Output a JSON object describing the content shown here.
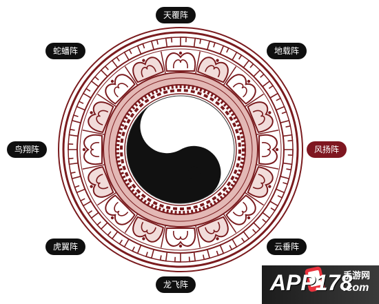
{
  "formations": {
    "top": "天覆阵",
    "top_left": "蛇蟠阵",
    "top_right": "地载阵",
    "left": "鸟翔阵",
    "right": "风扬阵",
    "bottom_left": "虎翼阵",
    "bottom_right": "云垂阵",
    "bottom": "龙飞阵"
  },
  "selected": "right",
  "colors": {
    "accent": "#7e1620",
    "button_bg": "#0f0f0f",
    "ring": "#7a1b1e",
    "ring_fill": "#e3b8b5",
    "yin": "#111111",
    "yang": "#ffffff"
  },
  "watermark": {
    "brand": "APP178",
    "cn": "手游网",
    "domain": ".com"
  }
}
